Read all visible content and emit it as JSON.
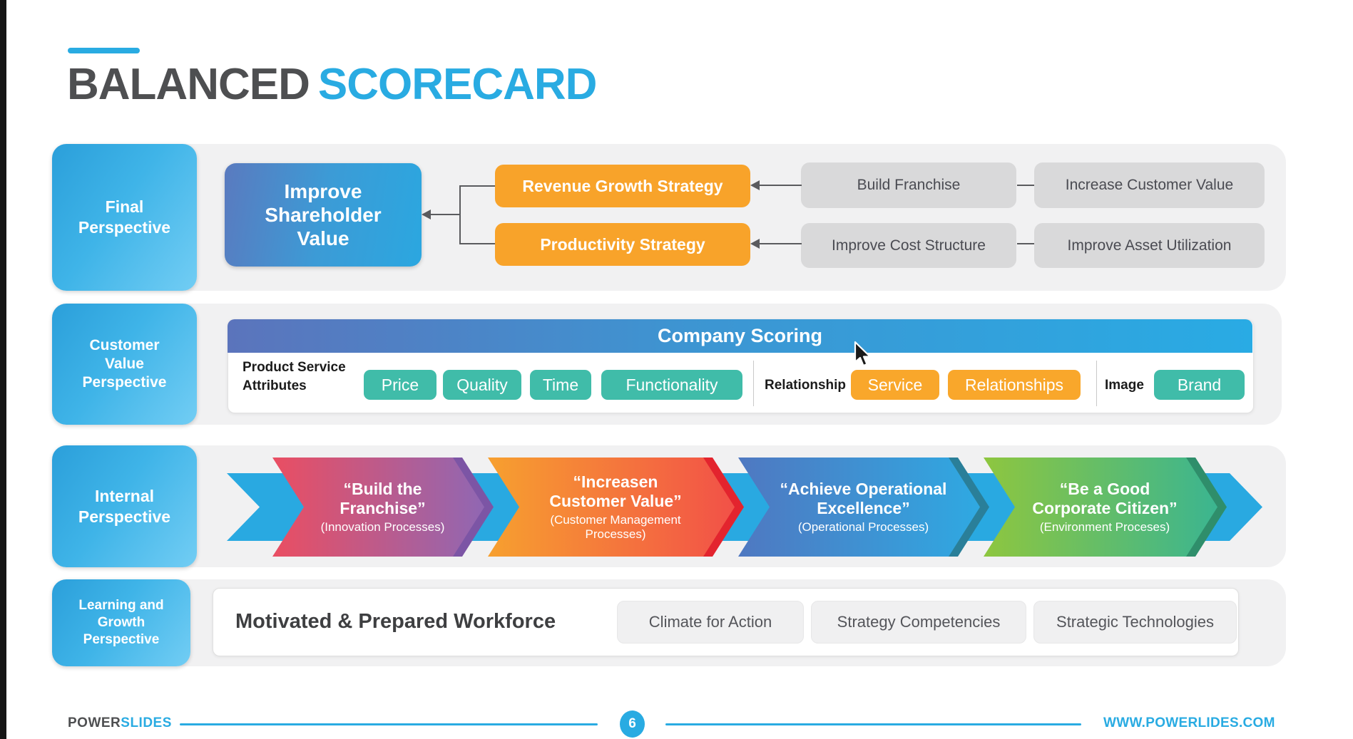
{
  "title": {
    "word1": "BALANCED",
    "word2": "SCORECARD"
  },
  "perspectives": {
    "final": "Final\nPerspective",
    "customer": "Customer\nValue\nPerspective",
    "internal": "Internal\nPerspective",
    "learning": "Learning and\nGrowth\nPerspective"
  },
  "final_row": {
    "main_box": "Improve\nShareholder\nValue",
    "strategies": [
      "Revenue Growth Strategy",
      "Productivity Strategy"
    ],
    "drivers": [
      "Build Franchise",
      "Increase Customer Value",
      "Improve Cost Structure",
      "Improve Asset Utilization"
    ]
  },
  "customer_row": {
    "header": "Company Scoring",
    "groups": [
      {
        "label": "Product Service\nAttributes",
        "buttons": [
          "Price",
          "Quality",
          "Time",
          "Functionality"
        ]
      },
      {
        "label": "Relationship",
        "buttons": [
          "Service",
          "Relationships"
        ]
      },
      {
        "label": "Image",
        "buttons": [
          "Brand"
        ]
      }
    ]
  },
  "internal_row": {
    "chevrons": [
      {
        "title": "“Build the\nFranchise”",
        "subtitle": "(Innovation Processes)"
      },
      {
        "title": "“Increasen\nCustomer Value”",
        "subtitle": "(Customer Management\nProcesses)"
      },
      {
        "title": "“Achieve Operational\nExcellence”",
        "subtitle": "(Operational Processes)"
      },
      {
        "title": "“Be a Good\nCorporate Citizen”",
        "subtitle": "(Environment Proceses)"
      }
    ]
  },
  "learning_row": {
    "headline": "Motivated & Prepared Workforce",
    "buttons": [
      "Climate for Action",
      "Strategy Competencies",
      "Strategic Technologies"
    ]
  },
  "footer": {
    "brand_bold": "POWER",
    "brand_light": "SLIDES",
    "page_number": "6",
    "website": "WWW.POWERLIDES.COM"
  },
  "colors": {
    "accent_blue": "#29ABE2",
    "title_gray": "#4E4F51",
    "orange": "#F8A32A",
    "teal": "#40BCA9",
    "panel_gray": "#F1F1F2",
    "driver_gray": "#D9D9DA",
    "chevron1": [
      "#EA4E62",
      "#9067B3"
    ],
    "chevron2": [
      "#F7A02F",
      "#F25148"
    ],
    "chevron3": [
      "#4F78C1",
      "#2FA9E2"
    ],
    "chevron4": [
      "#8EC63F",
      "#3BB590"
    ],
    "band_blue": "#29A9E1"
  }
}
